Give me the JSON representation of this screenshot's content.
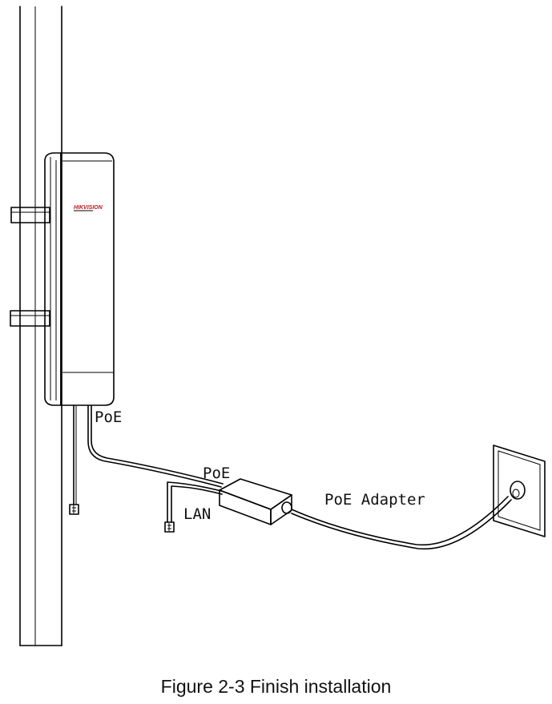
{
  "labels": {
    "poe_cable": "PoE",
    "poe_adapter_port": "PoE",
    "lan": "LAN",
    "poe_adapter": "PoE Adapter"
  },
  "device": {
    "brand": "HIKVISION"
  },
  "colors": {
    "logo": "#c4161c",
    "line": "#000000"
  },
  "caption": "Figure 2-3 Finish installation"
}
